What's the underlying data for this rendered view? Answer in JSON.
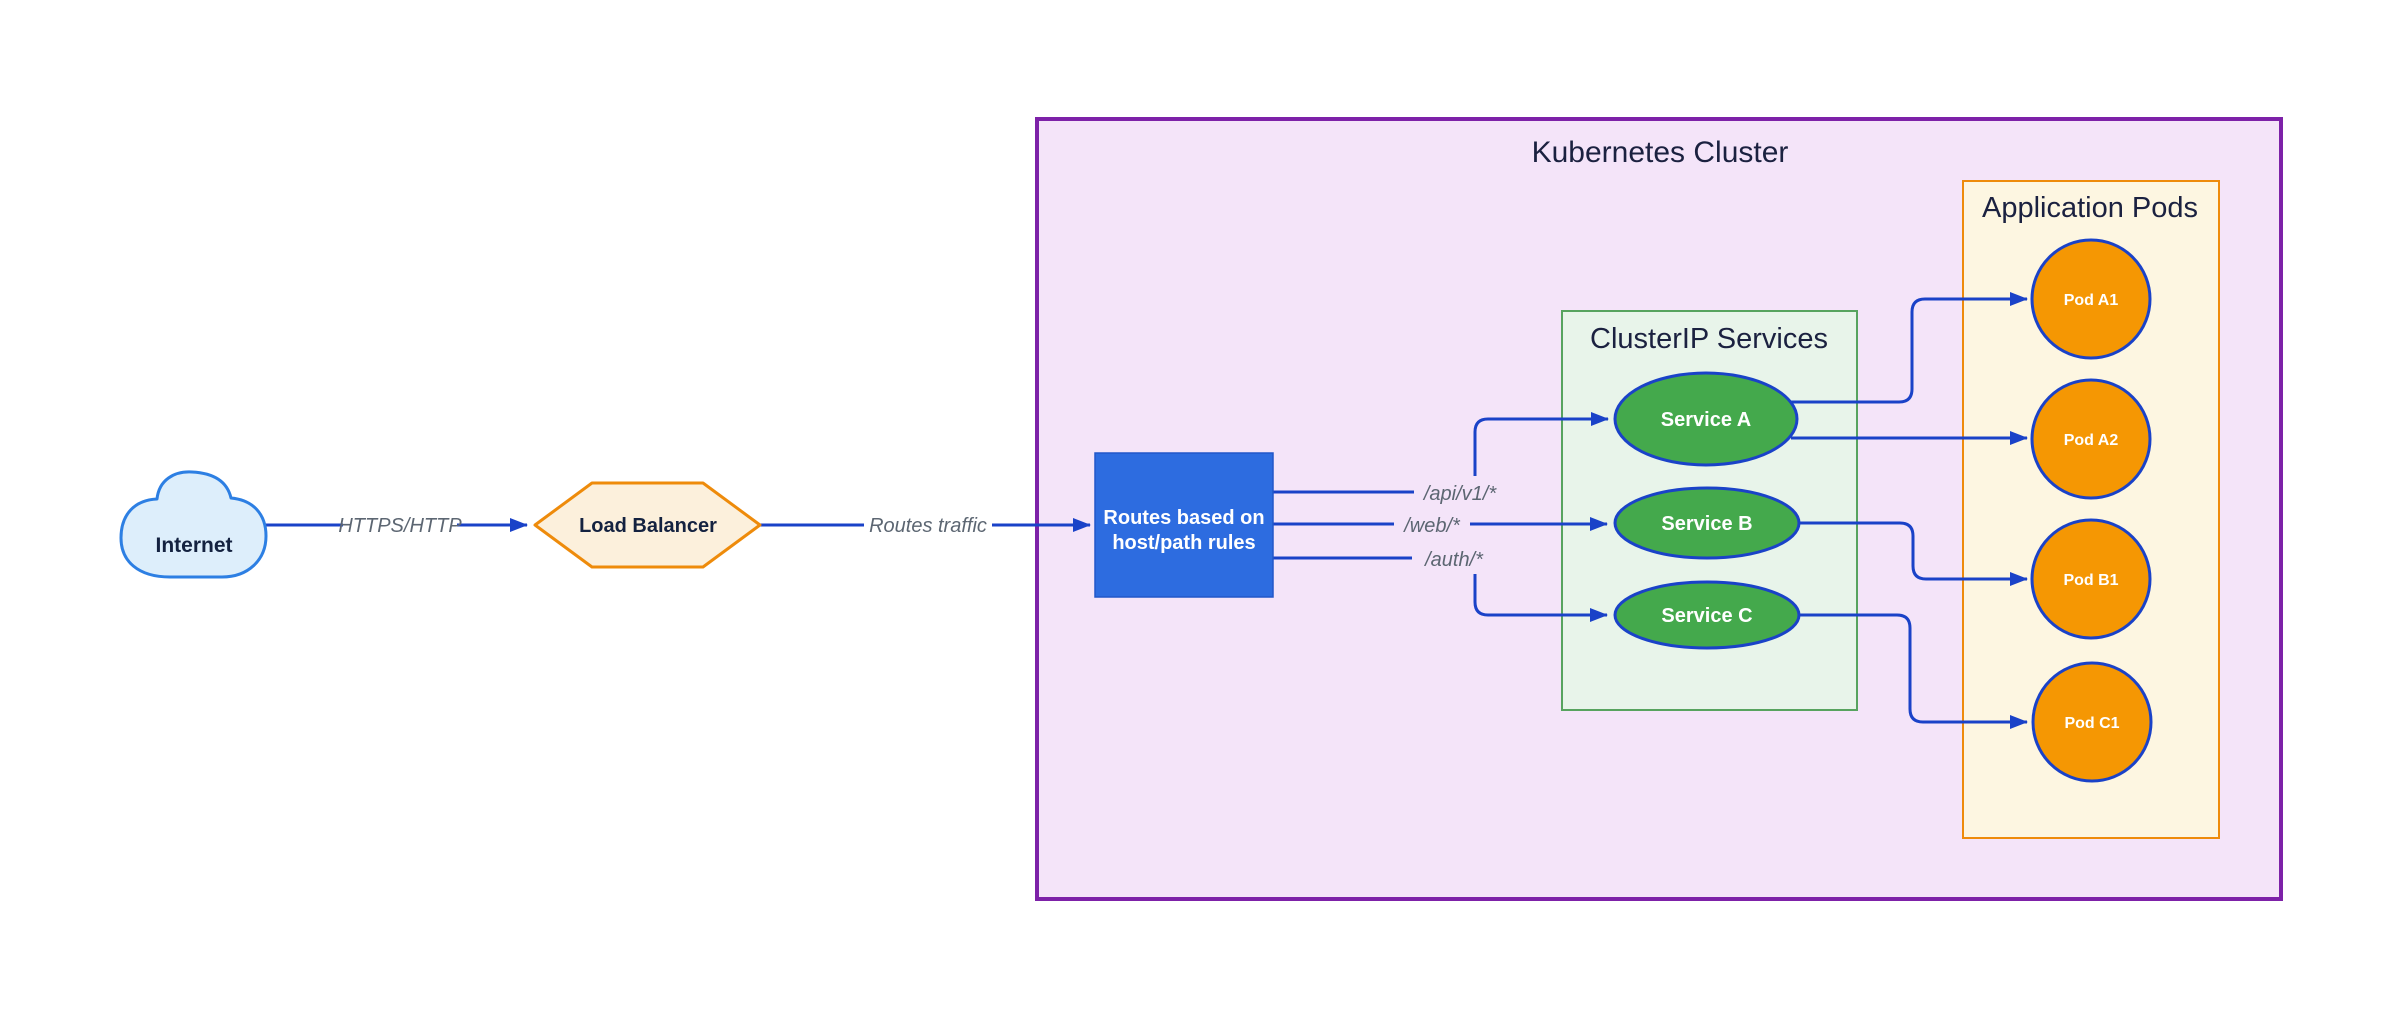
{
  "diagram": {
    "kind": "kubernetes-ingress-flowchart",
    "containers": {
      "kubernetes_cluster": {
        "title": "Kubernetes Cluster"
      },
      "clusterip_services": {
        "title": "ClusterIP Services"
      },
      "application_pods": {
        "title": "Application Pods"
      }
    },
    "nodes": {
      "internet": {
        "label": "Internet",
        "shape": "cloud"
      },
      "load_balancer": {
        "label": "Load Balancer",
        "shape": "hexagon"
      },
      "ingress": {
        "label_line1": "Routes based on",
        "label_line2": "host/path rules",
        "shape": "rect"
      },
      "service_a": {
        "label": "Service A",
        "shape": "ellipse"
      },
      "service_b": {
        "label": "Service B",
        "shape": "ellipse"
      },
      "service_c": {
        "label": "Service C",
        "shape": "ellipse"
      },
      "pod_a1": {
        "label": "Pod A1",
        "shape": "circle"
      },
      "pod_a2": {
        "label": "Pod A2",
        "shape": "circle"
      },
      "pod_b1": {
        "label": "Pod B1",
        "shape": "circle"
      },
      "pod_c1": {
        "label": "Pod C1",
        "shape": "circle"
      }
    },
    "edges": {
      "internet_to_lb": {
        "label": "HTTPS/HTTP"
      },
      "lb_to_ingress": {
        "label": "Routes traffic"
      },
      "ingress_to_service_a": {
        "label": "/api/v1/*"
      },
      "ingress_to_service_b": {
        "label": "/web/*"
      },
      "ingress_to_service_c": {
        "label": "/auth/*"
      },
      "service_a_to_pod_a1": {
        "label": ""
      },
      "service_a_to_pod_a2": {
        "label": ""
      },
      "service_b_to_pod_b1": {
        "label": ""
      },
      "service_c_to_pod_c1": {
        "label": ""
      }
    },
    "colors": {
      "edge_blue": "#1a42c8",
      "cluster_fill": "#f4e4f9",
      "cluster_border": "#7d21a8",
      "services_box_fill": "#e8f4ea",
      "services_box_border": "#57a35f",
      "pods_box_fill": "#fdf6e1",
      "pods_box_border": "#ee8b0b",
      "ingress_fill": "#2d6ce0",
      "service_fill": "#44a94c",
      "pod_fill": "#f59703",
      "cloud_fill": "#ddeefb",
      "cloud_border": "#2d7fe3",
      "hexagon_fill": "#fcf0dc",
      "hexagon_border": "#ee8b0b",
      "edge_label_color": "#5c6672",
      "title_color": "#1b2140"
    }
  }
}
